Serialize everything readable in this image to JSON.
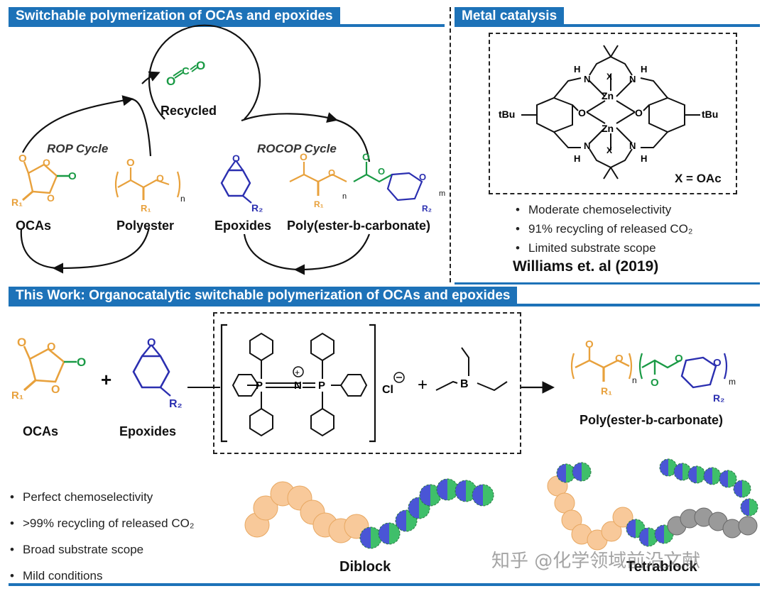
{
  "top_left": {
    "title": "Switchable polymerization of OCAs and epoxides",
    "recycled": "Recycled",
    "rop_cycle": "ROP Cycle",
    "rocop_cycle": "ROCOP Cycle",
    "ocas": "OCAs",
    "polyester": "Polyester",
    "epoxides": "Epoxides",
    "copolymer": "Poly(ester-b-carbonate)"
  },
  "metal": {
    "title": "Metal catalysis",
    "x_label": "X = OAc",
    "bullets": [
      "Moderate chemoselectivity",
      "91% recycling of released CO₂",
      "Limited substrate scope"
    ],
    "citation": "Williams et. al (2019)"
  },
  "this_work": {
    "title": "This Work: Organocatalytic switchable polymerization of OCAs and epoxides",
    "ocas": "OCAs",
    "epoxides": "Epoxides",
    "product": "Poly(ester-b-carbonate)",
    "bullets": [
      "Perfect chemoselectivity",
      ">99% recycling of released CO₂",
      "Broad substrate scope",
      "Mild conditions"
    ],
    "diblock": "Diblock",
    "tetrablock": "Tetrablock"
  },
  "watermark": "知乎 @化学领域前沿文献",
  "colors": {
    "blue": "#1d72b8",
    "ester": "#e8a13c",
    "carbonate": "#1a9a45",
    "epoxide": "#2b2fb0",
    "bead_orange": "#f8c99a",
    "bead_gray": "#9a9a9a"
  }
}
